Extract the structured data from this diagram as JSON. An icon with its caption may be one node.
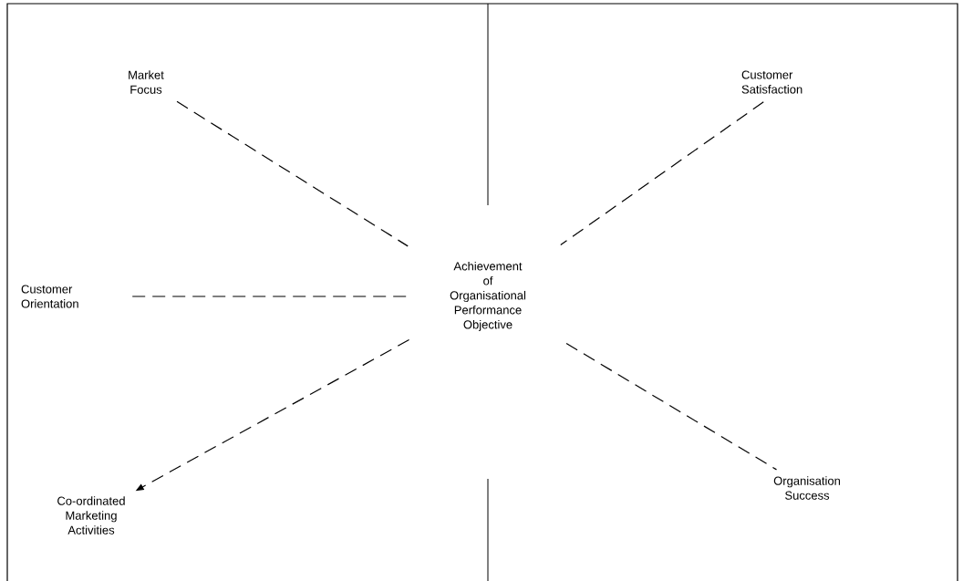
{
  "diagram": {
    "nodes": [
      {
        "text": [
          "Market Focus"
        ]
      },
      {
        "text": [
          "Customer Satisfaction"
        ]
      },
      {
        "text": [
          "Achievement of Organisational Performance Objective"
        ]
      },
      {
        "text": [
          "Customer Orientation"
        ]
      },
      {
        "text": [
          "Co-ordinated Marketing Activities"
        ]
      },
      {
        "text": [
          "Organisation Success"
        ]
      }
    ],
    "edges": [
      {
        "from": 0,
        "to": 2,
        "arrow": "none",
        "style": "dashed"
      },
      {
        "from": 1,
        "to": 2,
        "arrow": "none",
        "style": "dashed"
      },
      {
        "from": 3,
        "to": 2,
        "arrow": "none",
        "style": "dashed"
      },
      {
        "from": 2,
        "to": 4,
        "arrow": "to",
        "style": "dashed"
      },
      {
        "from": 2,
        "to": 5,
        "arrow": "none",
        "style": "dashed"
      }
    ]
  }
}
